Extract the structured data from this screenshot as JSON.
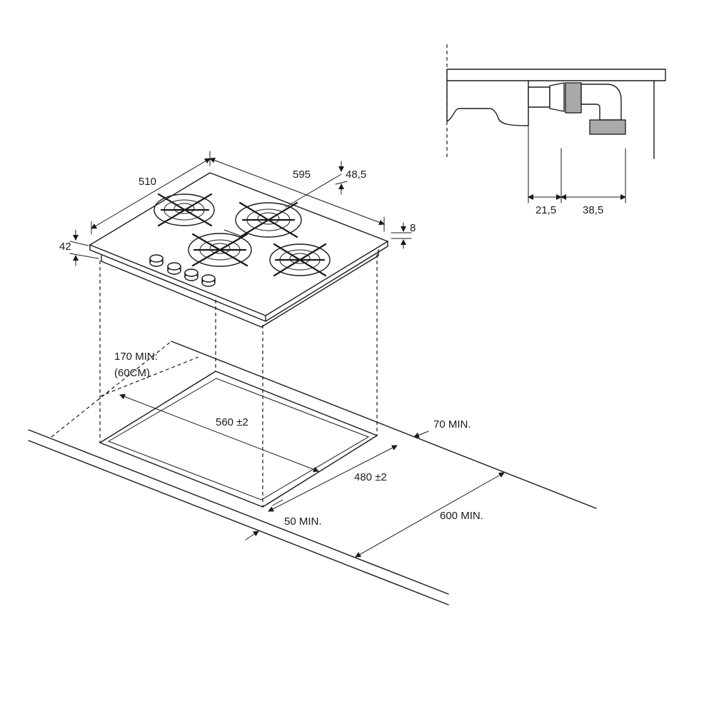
{
  "dimensions": {
    "hob_depth": "510",
    "hob_width": "595",
    "burner_height": "48,5",
    "glass_thickness": "8",
    "hob_height": "42",
    "min_distance_wall_cabinet": "170 MIN:",
    "min_distance_wall_cabinet_note": "(60CM)",
    "cutout_width": "560 ±2",
    "cutout_depth": "480 ±2",
    "min_back_distance": "70 MIN.",
    "min_front_distance": "50 MIN.",
    "min_worktop_depth": "600 MIN.",
    "connection_offset": "21,5",
    "connection_length": "38,5"
  },
  "colors": {
    "line": "#1a1a1a",
    "connector_fill": "#a9a9a9",
    "background": "#ffffff"
  }
}
